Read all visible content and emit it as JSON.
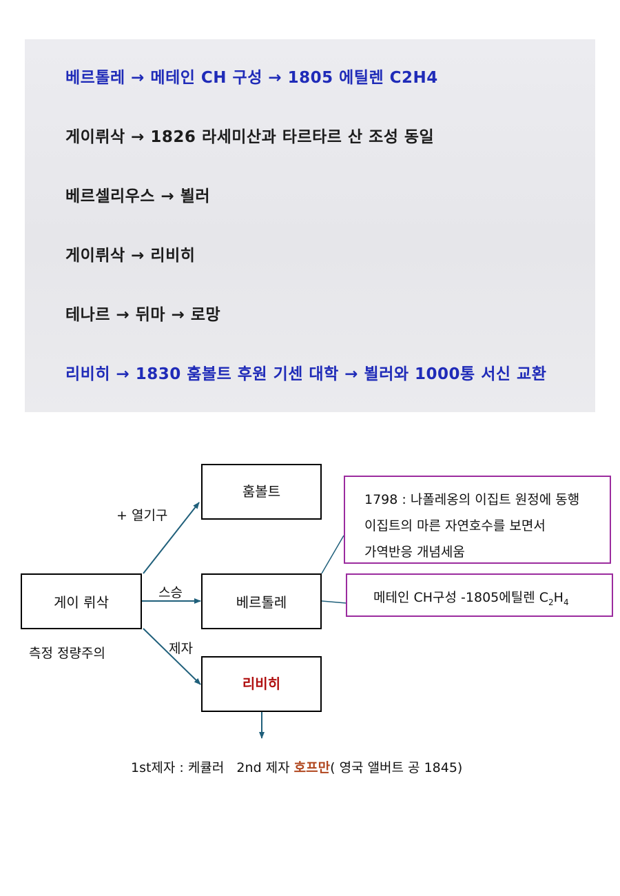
{
  "slide": {
    "lines": [
      {
        "text": "베르톨레 → 메테인 CH 구성 → 1805 에틸렌 C2H4",
        "color": "#1f2bb8"
      },
      {
        "text": "게이뤼삭 → 1826 라세미산과 타르타르 산 조성 동일",
        "color": "#1c1c1c"
      },
      {
        "text": "베르셀리우스 → 뵐러",
        "color": "#1c1c1c"
      },
      {
        "text": "게이뤼삭 → 리비히",
        "color": "#1c1c1c"
      },
      {
        "text": "테나르 → 뒤마 → 로망",
        "color": "#1c1c1c"
      },
      {
        "text": "리비히 →  1830 훔볼트 후원 기센 대학 → 뵐러와 1000통 서신 교환",
        "color": "#1f2bb8"
      }
    ]
  },
  "diagram": {
    "nodes": {
      "gay_lussac": "게이 뤼삭",
      "humboldt": "훔볼트",
      "berthollet": "베르톨레",
      "liebig": "리비히"
    },
    "edge_labels": {
      "to_humboldt": "+ 열기구",
      "to_berthollet": "스승",
      "to_liebig": "제자"
    },
    "gay_lussac_caption": "측정 정량주의",
    "note_egypt": [
      "1798 : 나폴레옹의 이집트 원정에 동행",
      "이집트의 마른 자연호수를 보면서",
      "가역반응 개념세움"
    ],
    "note_methane": {
      "prefix": "메테인 CH구성 -1805에틸렌 C",
      "sub1": "2",
      "mid": "H",
      "sub2": "4"
    },
    "students_line": {
      "prefix": "1st제자 : 케큘러   2nd 제자 ",
      "highlight": "호프만",
      "suffix": "( 영국 앨버트 공 1845)"
    },
    "colors": {
      "arrow": "#1f5f7a",
      "note_border": "#9b2b9e",
      "liebig_text": "#b01010",
      "hofmann_text": "#b0461e"
    }
  }
}
